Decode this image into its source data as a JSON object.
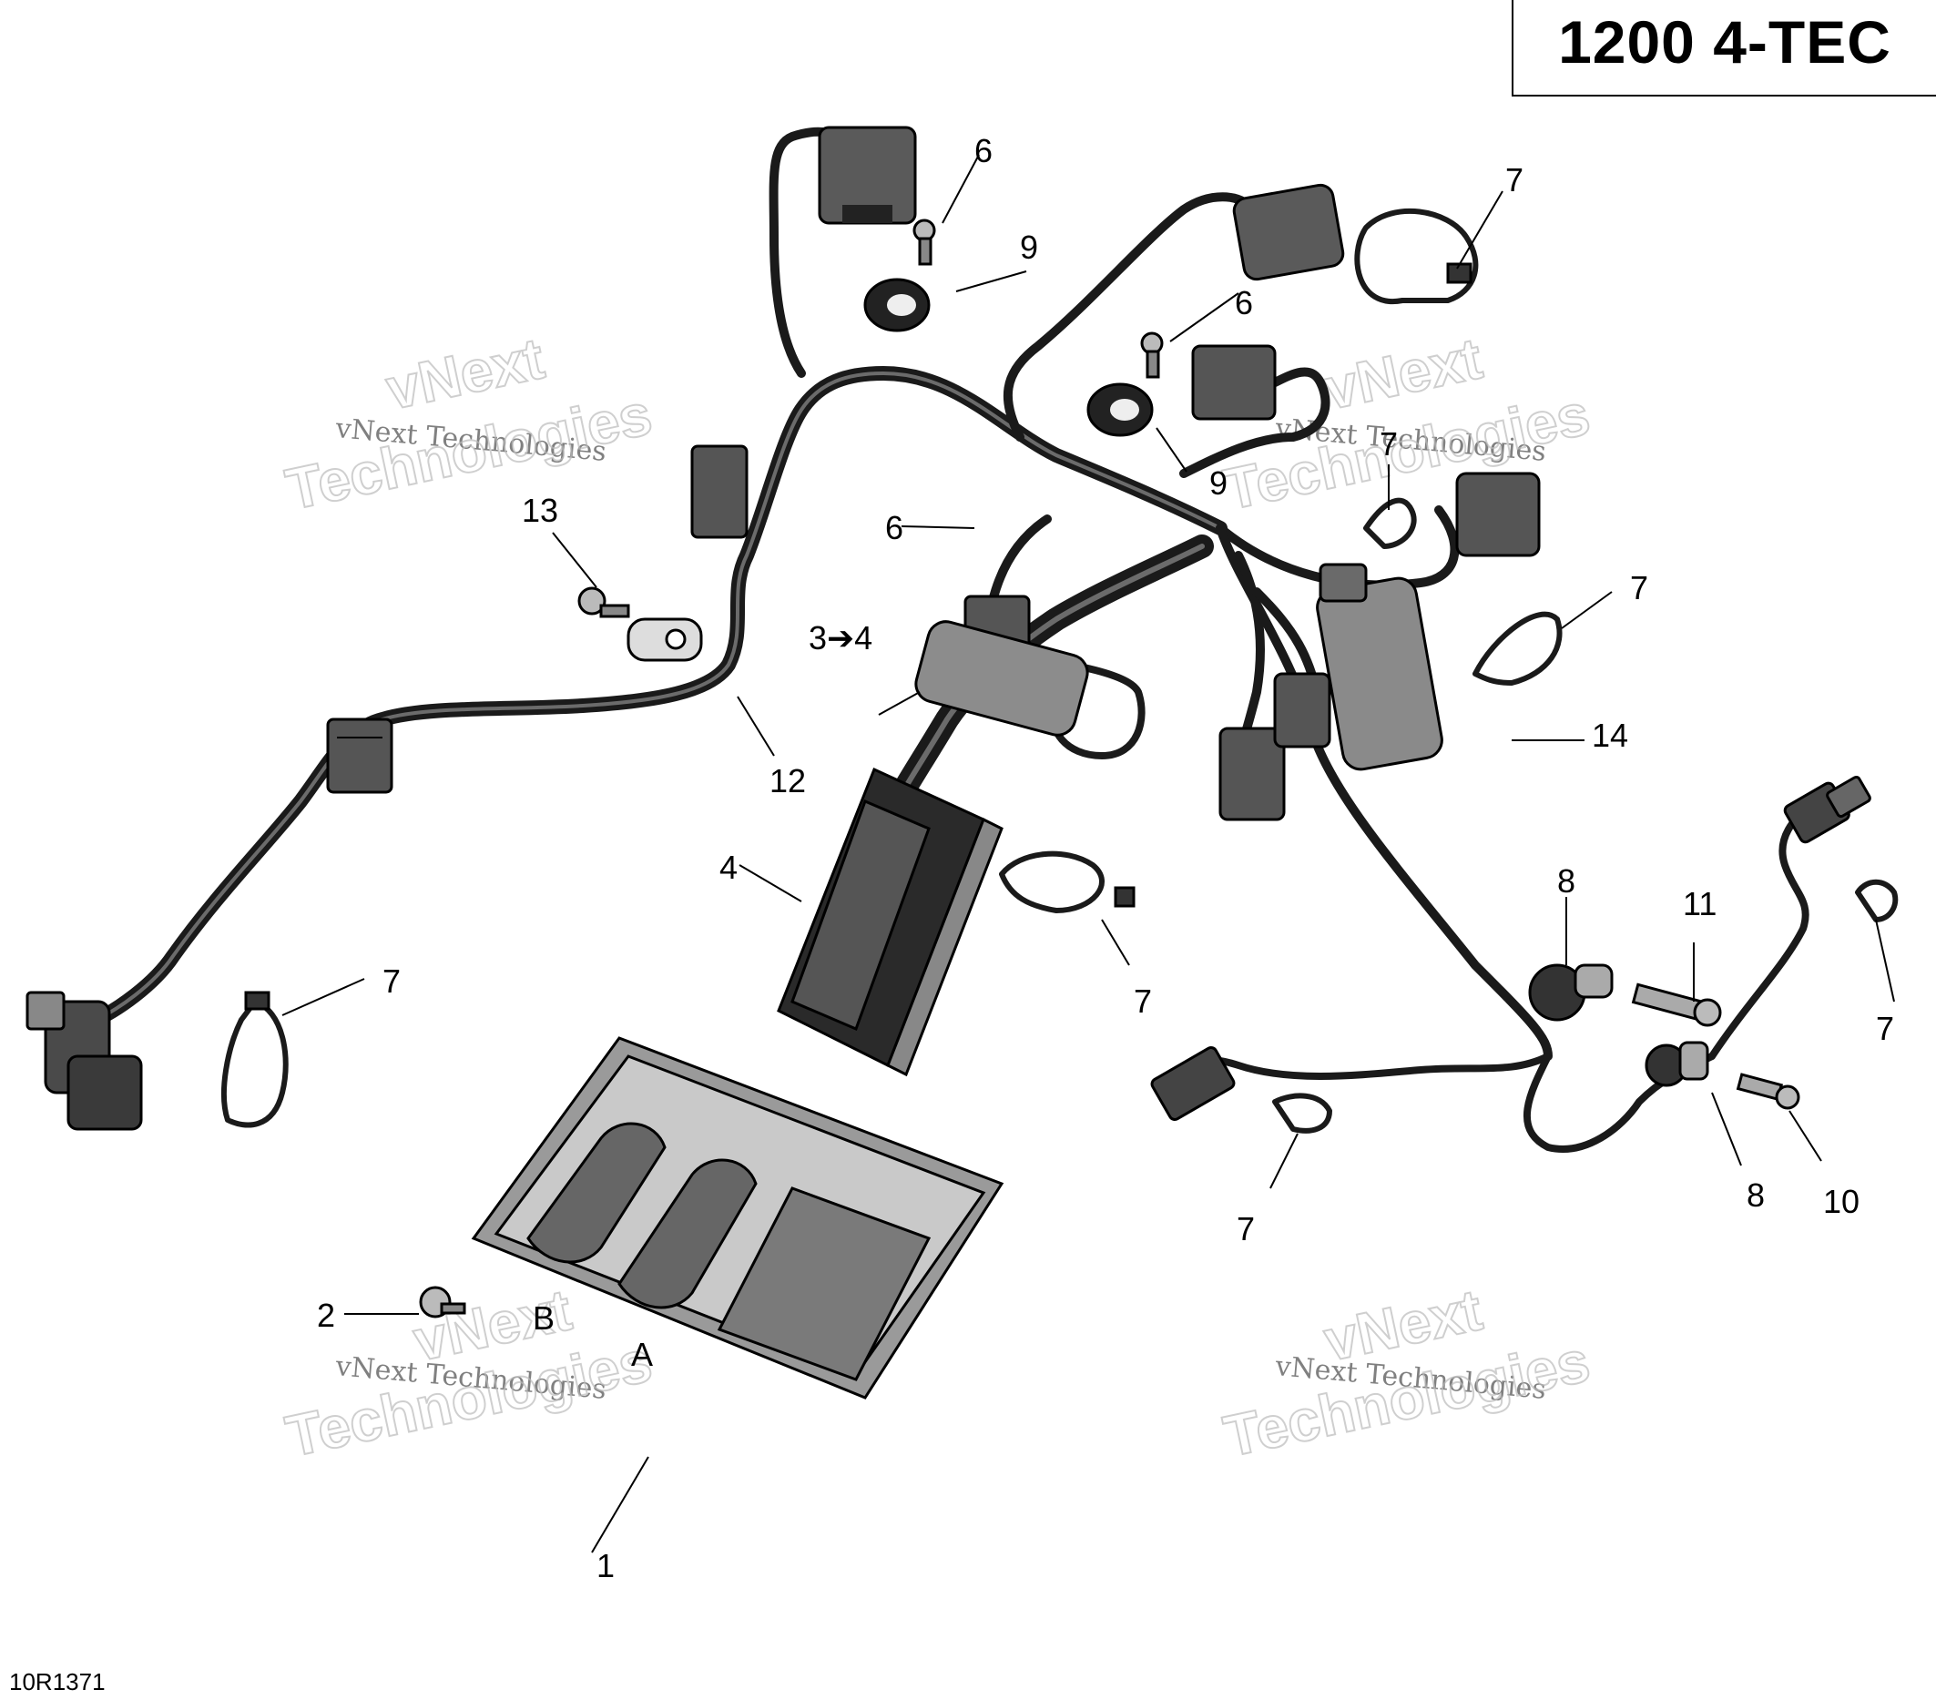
{
  "title": "1200 4-TEC",
  "reference_code": "10R1371",
  "watermark": {
    "line1": "vNext Technologies",
    "line2": "vNext",
    "line3": "Technologies"
  },
  "callouts": [
    {
      "id": "c1",
      "text": "1"
    },
    {
      "id": "c2",
      "text": "2"
    },
    {
      "id": "c3",
      "text": "3➔4"
    },
    {
      "id": "c4",
      "text": "4"
    },
    {
      "id": "c6a",
      "text": "6"
    },
    {
      "id": "c6b",
      "text": "6"
    },
    {
      "id": "c6c",
      "text": "6"
    },
    {
      "id": "c7a",
      "text": "7"
    },
    {
      "id": "c7b",
      "text": "7"
    },
    {
      "id": "c7c",
      "text": "7"
    },
    {
      "id": "c7d",
      "text": "7"
    },
    {
      "id": "c7e",
      "text": "7"
    },
    {
      "id": "c7f",
      "text": "7"
    },
    {
      "id": "c7g",
      "text": "7"
    },
    {
      "id": "c8a",
      "text": "8"
    },
    {
      "id": "c8b",
      "text": "8"
    },
    {
      "id": "c9a",
      "text": "9"
    },
    {
      "id": "c9b",
      "text": "9"
    },
    {
      "id": "c10",
      "text": "10"
    },
    {
      "id": "c11",
      "text": "11"
    },
    {
      "id": "c12",
      "text": "12"
    },
    {
      "id": "c13",
      "text": "13"
    },
    {
      "id": "c14",
      "text": "14"
    }
  ],
  "ecu_socket_labels": {
    "left": "B",
    "right": "A"
  }
}
